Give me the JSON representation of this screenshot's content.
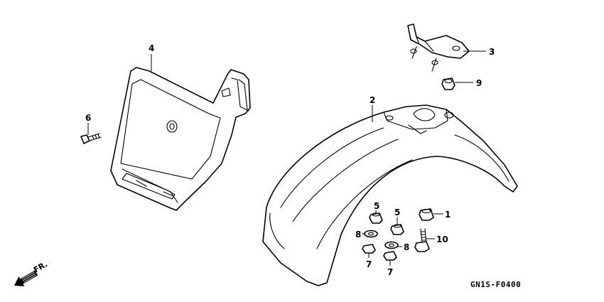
{
  "diagram": {
    "code": "GN1S-F0400",
    "direction_label": "FR.",
    "callouts": {
      "c1": "1",
      "c2": "2",
      "c3": "3",
      "c4": "4",
      "c5a": "5",
      "c5b": "5",
      "c6": "6",
      "c7a": "7",
      "c7b": "7",
      "c8a": "8",
      "c8b": "8",
      "c9": "9",
      "c10": "10"
    }
  }
}
